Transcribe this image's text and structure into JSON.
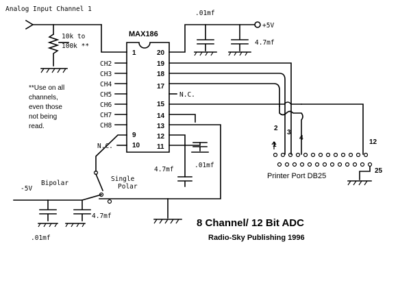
{
  "labels": {
    "input_channel": "Analog Input Channel 1",
    "pot_value_1": "10k to",
    "pot_value_2": "100k **",
    "note_1": "**Use on all",
    "note_2": "channels,",
    "note_3": "even those",
    "note_4": "not being",
    "note_5": "read.",
    "chip_name": "MAX186",
    "cap_top": ".01mf",
    "supply": "+5V",
    "cap_top_2": "4.7mf",
    "nc_right": "N.C.",
    "nc_left": "N.C.",
    "cap_mid_1": "4.7mf",
    "cap_mid_2": ".01mf",
    "bipolar": "Bipolar",
    "single_1": "Single",
    "single_2": "Polar",
    "neg_supply": "-5V",
    "cap_low_1": "4.7mf",
    "cap_low_2": ".01mf",
    "port": "Printer Port DB25",
    "title": "8 Channel/ 12 Bit ADC",
    "subtitle": "Radio-Sky Publishing 1996"
  },
  "channels": [
    "CH2",
    "CH3",
    "CH4",
    "CH5",
    "CH6",
    "CH7",
    "CH8"
  ],
  "chip_pins": {
    "left": [
      "1",
      "9",
      "10"
    ],
    "right": [
      "20",
      "19",
      "18",
      "17",
      "15",
      "14",
      "13",
      "12",
      "11"
    ]
  },
  "port_pins": [
    "1",
    "2",
    "3",
    "4",
    "12",
    "25"
  ]
}
